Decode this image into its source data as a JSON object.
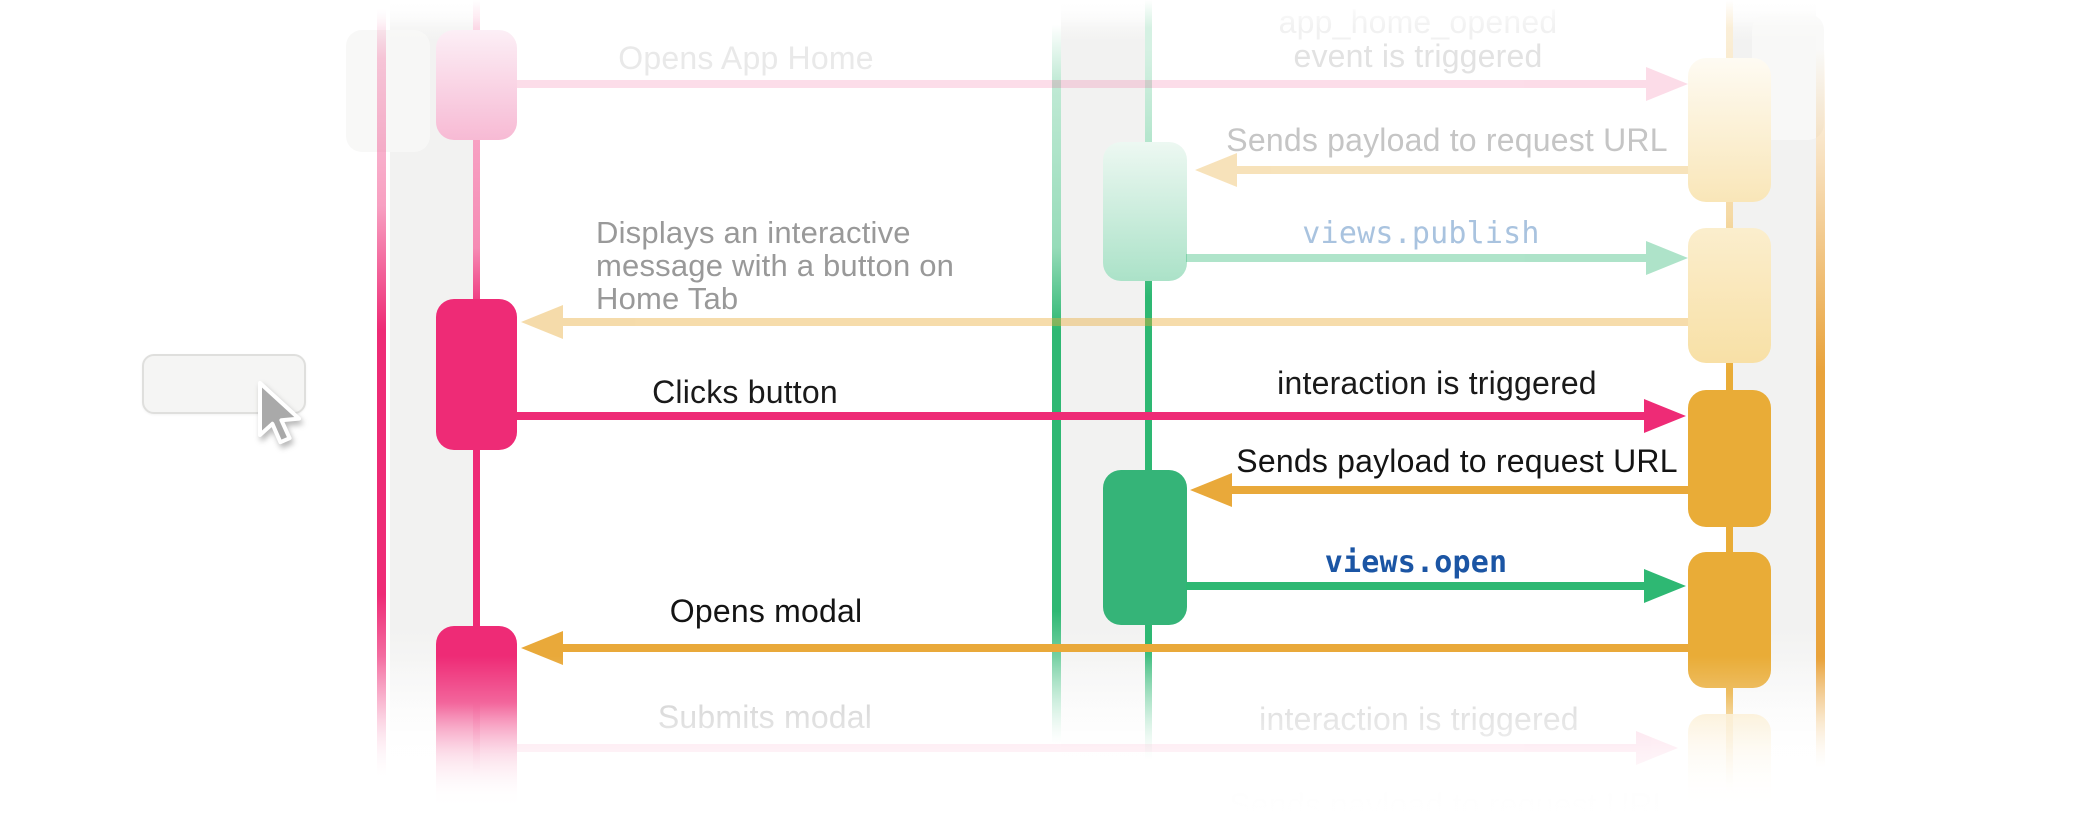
{
  "diagram": {
    "type": "sequence-diagram",
    "colors": {
      "pink": "#EE2B76",
      "green": "#2EB873",
      "green_box": "#35B478",
      "gold": "#E9AC37",
      "gold_arrow": "#E9A93A",
      "orange_edge": "#E9A33B",
      "track_gray": "#F2F2F1",
      "text_dark": "#1A1A1A",
      "text_gray": "#999999",
      "text_faded": "#C6C6C6",
      "mono_light_blue": "#A9C3DF",
      "mono_dark_blue": "#1B55A4"
    },
    "lifelines": [
      {
        "id": "user",
        "color": "pink",
        "state": "visible"
      },
      {
        "id": "slack",
        "color": "green",
        "state": "visible"
      },
      {
        "id": "app",
        "color": "gold",
        "state": "visible"
      }
    ],
    "rows": [
      {
        "id": "opens-app-home",
        "left_label": "Opens App Home",
        "right_label_line1": "app_home_opened",
        "right_label_line2": "event is triggered",
        "direction": "right",
        "state": "faded",
        "arrow_color": "#EE2B76"
      },
      {
        "id": "sends-payload-home",
        "right_label": "Sends payload to request URL",
        "direction": "left",
        "state": "faded",
        "arrow_color": "#E9AC37"
      },
      {
        "id": "views-publish",
        "right_label": "views.publish",
        "direction": "right",
        "state": "faded",
        "arrow_color": "#2EB873",
        "mono": true
      },
      {
        "id": "displays-home-tab",
        "line1": "Displays an interactive",
        "line2": "message with a button on",
        "line3": "Home Tab",
        "direction": "left",
        "state": "faded",
        "arrow_color": "#E9AC37"
      },
      {
        "id": "clicks-button",
        "left_label": "Clicks button",
        "right_label": "interaction is triggered",
        "direction": "right",
        "state": "active",
        "arrow_color": "#EE2B76"
      },
      {
        "id": "sends-payload",
        "right_label": "Sends payload to request URL",
        "direction": "left",
        "state": "active",
        "arrow_color": "#E9A93A"
      },
      {
        "id": "views-open",
        "right_label": "views.open",
        "direction": "right",
        "state": "active",
        "arrow_color": "#2EB873",
        "mono": true
      },
      {
        "id": "opens-modal",
        "left_label": "Opens modal",
        "direction": "left",
        "state": "active",
        "arrow_color": "#E9A93A"
      },
      {
        "id": "submits-modal",
        "left_label": "Submits modal",
        "right_label": "interaction is triggered",
        "direction": "right",
        "state": "faded",
        "arrow_color": "#EE2B76"
      },
      {
        "id": "ghost-row",
        "right_label": "Sends payload to request URL",
        "direction": "none",
        "state": "ghost"
      }
    ],
    "cursor_button": {
      "label": "",
      "icon": "cursor-icon"
    }
  }
}
